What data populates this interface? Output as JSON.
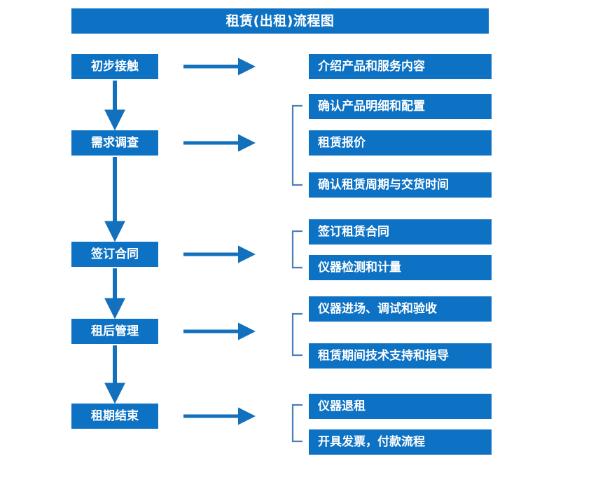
{
  "page": {
    "background_color": "#ffffff",
    "accent_color": "#0d72c4",
    "bracket_color": "#4a7ebb",
    "arrow_color": "#1270bd",
    "text_color": "#ffffff"
  },
  "title": {
    "text": "租赁(出租)流程图"
  },
  "stages": [
    {
      "label": "初步接触"
    },
    {
      "label": "需求调查"
    },
    {
      "label": "签订合同"
    },
    {
      "label": "租后管理"
    },
    {
      "label": "租期结束"
    }
  ],
  "details": [
    {
      "label": "介绍产品和服务内容"
    },
    {
      "label": "确认产品明细和配置"
    },
    {
      "label": "租赁报价"
    },
    {
      "label": "确认租赁周期与交货时间"
    },
    {
      "label": "签订租赁合同"
    },
    {
      "label": "仪器检测和计量"
    },
    {
      "label": "仪器进场、调试和验收"
    },
    {
      "label": "租赁期间技术支持和指导"
    },
    {
      "label": "仪器退租"
    },
    {
      "label": "开具发票，付款流程"
    }
  ],
  "connectors": {
    "horizontal_arrow_count": 5,
    "vertical_arrow_count": 4,
    "bracket_count": 4
  }
}
